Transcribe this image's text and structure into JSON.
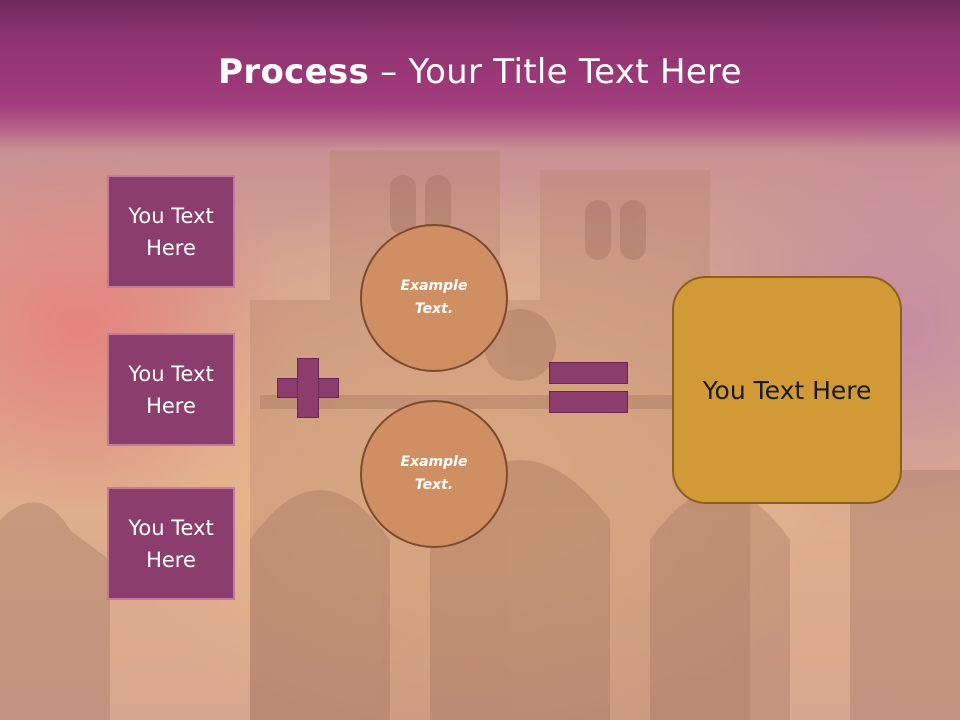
{
  "slide": {
    "title_bold": "Process",
    "title_rest": " – Your Title Text Here"
  },
  "side_boxes": [
    {
      "label": "You Text Here"
    },
    {
      "label": "You Text Here"
    },
    {
      "label": "You Text Here"
    }
  ],
  "circles": [
    {
      "label": "Example Text."
    },
    {
      "label": "Example Text."
    }
  ],
  "result_box": {
    "label": "You Text Here"
  },
  "icons": {
    "plus": "plus-icon",
    "equals": "equals-icon"
  },
  "colors": {
    "header_band": "#a33c7c",
    "side_box_fill": "#8b3d6d",
    "circle_fill": "#cf8f63",
    "result_fill": "#d19a37"
  }
}
